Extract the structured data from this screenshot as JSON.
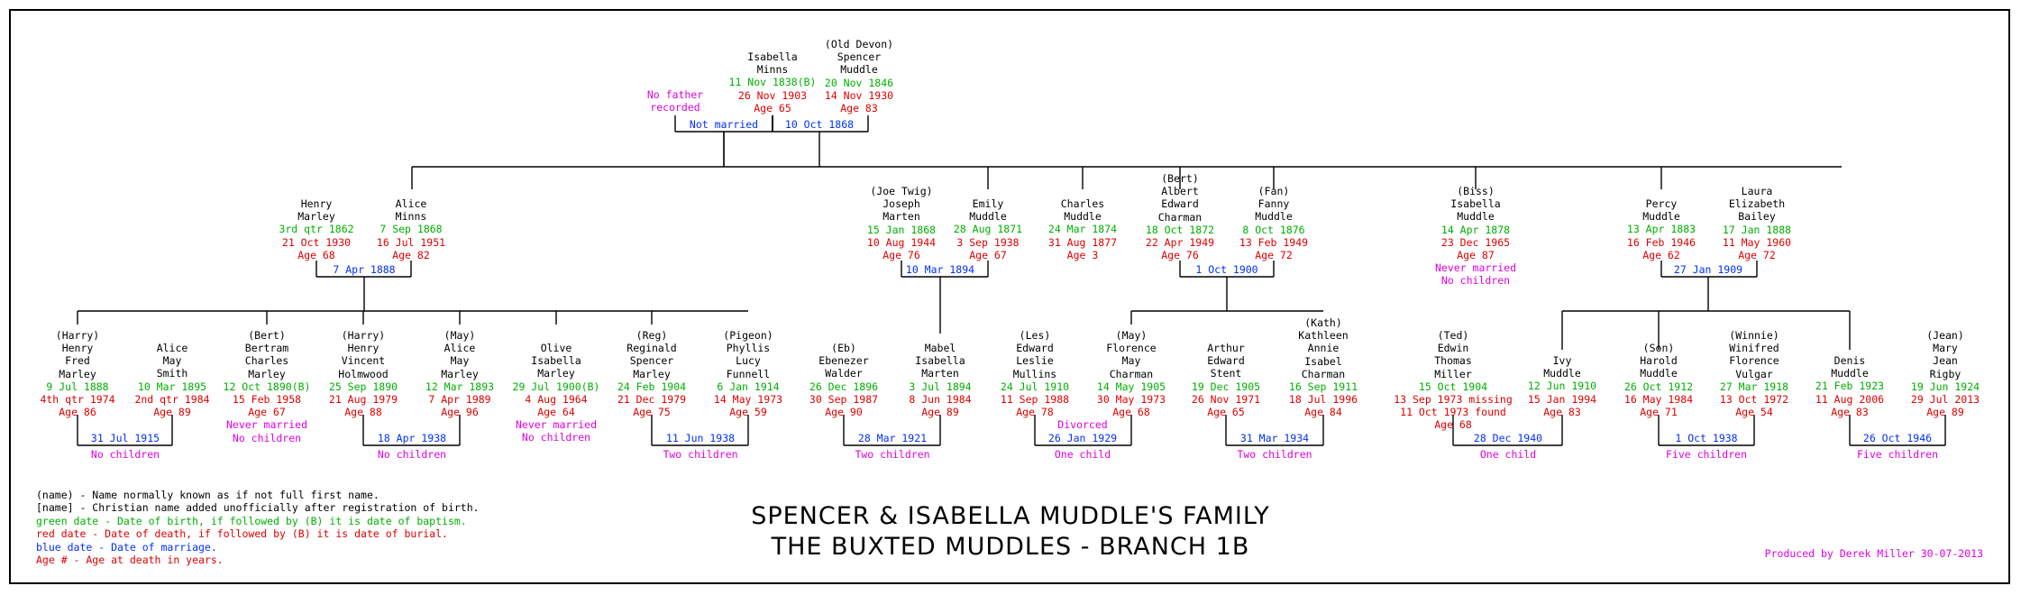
{
  "title": {
    "line1": "SPENCER & ISABELLA MUDDLE'S FAMILY",
    "line2": "THE BUXTED MUDDLES - BRANCH 1B"
  },
  "credit": "Produced by Derek Miller 30-07-2013",
  "legend": [
    {
      "text": "(name) - Name normally known as if not full first name.",
      "color": "#000000"
    },
    {
      "text": "[name] - Christian name added unofficially after registration of birth.",
      "color": "#000000"
    },
    {
      "text": "green date - Date of birth, if followed by (B) it is date of baptism.",
      "color": "#00b000"
    },
    {
      "text": "red date - Date of death, if followed by (B) it is date of burial.",
      "color": "#e00000"
    },
    {
      "text": "blue date - Date of marriage.",
      "color": "#0030ff"
    },
    {
      "text": "Age # - Age at death in years.",
      "color": "#e00000"
    }
  ],
  "people": [
    {
      "id": "isabella",
      "names": [
        "Isabella",
        "Minns"
      ],
      "born": "11 Nov 1838(B)",
      "died": "26 Nov 1903",
      "age": "Age 65",
      "notes": []
    },
    {
      "id": "spencer",
      "names": [
        "(Old Devon)",
        "Spencer",
        "Muddle"
      ],
      "born": "20 Nov 1846",
      "died": "14 Nov 1930",
      "age": "Age 83",
      "notes": []
    },
    {
      "id": "henry-marley",
      "names": [
        "Henry",
        "Marley"
      ],
      "born": "3rd qtr 1862",
      "died": "21 Oct 1930",
      "age": "Age 68",
      "notes": []
    },
    {
      "id": "alice-minns",
      "names": [
        "Alice",
        "Minns"
      ],
      "born": "7 Sep 1868",
      "died": "16 Jul 1951",
      "age": "Age 82",
      "notes": []
    },
    {
      "id": "joseph-marten",
      "names": [
        "(Joe Twig)",
        "Joseph",
        "Marten"
      ],
      "born": "15 Jan 1868",
      "died": "10 Aug 1944",
      "age": "Age 76",
      "notes": []
    },
    {
      "id": "emily-muddle",
      "names": [
        "Emily",
        "Muddle"
      ],
      "born": "28 Aug 1871",
      "died": "3 Sep 1938",
      "age": "Age 67",
      "notes": []
    },
    {
      "id": "charles-muddle",
      "names": [
        "Charles",
        "Muddle"
      ],
      "born": "24 Mar 1874",
      "died": "31 Aug 1877",
      "age": "Age 3",
      "notes": []
    },
    {
      "id": "albert-charman",
      "names": [
        "(Bert)",
        "Albert",
        "Edward",
        "Charman"
      ],
      "born": "18 Oct 1872",
      "died": "22 Apr 1949",
      "age": "Age 76",
      "notes": []
    },
    {
      "id": "fanny-muddle",
      "names": [
        "(Fan)",
        "Fanny",
        "Muddle"
      ],
      "born": "8 Oct 1876",
      "died": "13 Feb 1949",
      "age": "Age 72",
      "notes": []
    },
    {
      "id": "isabella-muddle",
      "names": [
        "(Biss)",
        "Isabella",
        "Muddle"
      ],
      "born": "14 Apr 1878",
      "died": "23 Dec 1965",
      "age": "Age 87",
      "notes": [
        "Never married",
        "No children"
      ]
    },
    {
      "id": "percy-muddle",
      "names": [
        "Percy",
        "Muddle"
      ],
      "born": "13 Apr 1883",
      "died": "16 Feb 1946",
      "age": "Age 62",
      "notes": []
    },
    {
      "id": "laura-bailey",
      "names": [
        "Laura",
        "Elizabeth",
        "Bailey"
      ],
      "born": "17 Jan 1888",
      "died": "11 May 1960",
      "age": "Age 72",
      "notes": []
    },
    {
      "id": "henry-fred-marley",
      "names": [
        "(Harry)",
        "Henry",
        "Fred",
        "Marley"
      ],
      "born": "9 Jul 1888",
      "died": "4th qtr 1974",
      "age": "Age 86",
      "notes": []
    },
    {
      "id": "alice-smith",
      "names": [
        "Alice",
        "May",
        "Smith"
      ],
      "born": "10 Mar 1895",
      "died": "2nd qtr 1984",
      "age": "Age 89",
      "notes": []
    },
    {
      "id": "bertram-marley",
      "names": [
        "(Bert)",
        "Bertram",
        "Charles",
        "Marley"
      ],
      "born": "12 Oct 1890(B)",
      "died": "15 Feb 1958",
      "age": "Age 67",
      "notes": [
        "Never married",
        "No children"
      ]
    },
    {
      "id": "henry-holmwood",
      "names": [
        "(Harry)",
        "Henry",
        "Vincent",
        "Holmwood"
      ],
      "born": "25 Sep 1890",
      "died": "21 Aug 1979",
      "age": "Age 88",
      "notes": []
    },
    {
      "id": "alice-may-marley",
      "names": [
        "(May)",
        "Alice",
        "May",
        "Marley"
      ],
      "born": "12 Mar 1893",
      "died": "7 Apr 1989",
      "age": "Age 96",
      "notes": []
    },
    {
      "id": "olive-marley",
      "names": [
        "Olive",
        "Isabella",
        "Marley"
      ],
      "born": "29 Jul 1900(B)",
      "died": "4 Aug 1964",
      "age": "Age 64",
      "notes": [
        "Never married",
        "No children"
      ]
    },
    {
      "id": "reginald-marley",
      "names": [
        "(Reg)",
        "Reginald",
        "Spencer",
        "Marley"
      ],
      "born": "24 Feb 1904",
      "died": "21 Dec 1979",
      "age": "Age 75",
      "notes": []
    },
    {
      "id": "phyllis-funnell",
      "names": [
        "(Pigeon)",
        "Phyllis",
        "Lucy",
        "Funnell"
      ],
      "born": "6 Jan 1914",
      "died": "14 May 1973",
      "age": "Age 59",
      "notes": []
    },
    {
      "id": "ebenezer-walder",
      "names": [
        "(Eb)",
        "Ebenezer",
        "Walder"
      ],
      "born": "26 Dec 1896",
      "died": "30 Sep 1987",
      "age": "Age 90",
      "notes": []
    },
    {
      "id": "mabel-marten",
      "names": [
        "Mabel",
        "Isabella",
        "Marten"
      ],
      "born": "3 Jul 1894",
      "died": "8 Jun 1984",
      "age": "Age 89",
      "notes": []
    },
    {
      "id": "edward-mullins",
      "names": [
        "(Les)",
        "Edward",
        "Leslie",
        "Mullins"
      ],
      "born": "24 Jul 1910",
      "died": "11 Sep 1988",
      "age": "Age 78",
      "notes": []
    },
    {
      "id": "florence-charman",
      "names": [
        "(May)",
        "Florence",
        "May",
        "Charman"
      ],
      "born": "14 May 1905",
      "died": "30 May 1973",
      "age": "Age 68",
      "notes": []
    },
    {
      "id": "arthur-stent",
      "names": [
        "Arthur",
        "Edward",
        "Stent"
      ],
      "born": "19 Dec 1905",
      "died": "26 Nov 1971",
      "age": "Age 65",
      "notes": []
    },
    {
      "id": "kathleen-charman",
      "names": [
        "(Kath)",
        "Kathleen",
        "Annie",
        "Isabel",
        "Charman"
      ],
      "born": "16 Sep 1911",
      "died": "18 Jul 1996",
      "age": "Age 84",
      "notes": []
    },
    {
      "id": "edwin-miller",
      "names": [
        "(Ted)",
        "Edwin",
        "Thomas",
        "Miller"
      ],
      "born": "15 Oct 1904",
      "died": "13 Sep 1973 missing",
      "died2": "11 Oct 1973 found",
      "age": "Age 68",
      "notes": []
    },
    {
      "id": "ivy-muddle",
      "names": [
        "Ivy",
        "Muddle"
      ],
      "born": "12 Jun 1910",
      "died": "15 Jan 1994",
      "age": "Age 83",
      "notes": []
    },
    {
      "id": "harold-muddle",
      "names": [
        "(Son)",
        "Harold",
        "Muddle"
      ],
      "born": "26 Oct 1912",
      "died": "16 May 1984",
      "age": "Age 71",
      "notes": []
    },
    {
      "id": "winifred-vulgar",
      "names": [
        "(Winnie)",
        "Winifred",
        "Florence",
        "Vulgar"
      ],
      "born": "27 Mar 1918",
      "died": "13 Oct 1972",
      "age": "Age 54",
      "notes": []
    },
    {
      "id": "denis-muddle",
      "names": [
        "Denis",
        "Muddle"
      ],
      "born": "21 Feb 1923",
      "died": "11 Aug 2006",
      "age": "Age 83",
      "notes": []
    },
    {
      "id": "mary-rigby",
      "names": [
        "(Jean)",
        "Mary",
        "Jean",
        "Rigby"
      ],
      "born": "19 Jun 1924",
      "died": "29 Jul 2013",
      "age": "Age 89",
      "notes": []
    }
  ],
  "marriages": [
    {
      "id": "m-isabella-nm",
      "text": "Not married"
    },
    {
      "id": "m-isabella-spencer",
      "text": "10 Oct 1868"
    },
    {
      "id": "m-marley",
      "text": "7 Apr 1888"
    },
    {
      "id": "m-marten",
      "text": "10 Mar 1894"
    },
    {
      "id": "m-charman",
      "text": "1 Oct 1900"
    },
    {
      "id": "m-percy",
      "text": "27 Jan 1909"
    },
    {
      "id": "m-harry",
      "text": "31 Jul 1915"
    },
    {
      "id": "m-holmwood",
      "text": "18 Apr 1938"
    },
    {
      "id": "m-reg",
      "text": "11 Jun 1938"
    },
    {
      "id": "m-walder",
      "text": "28 Mar 1921"
    },
    {
      "id": "m-mullins",
      "text": "26 Jan 1929"
    },
    {
      "id": "m-stent",
      "text": "31 Mar 1934"
    },
    {
      "id": "m-miller",
      "text": "28 Dec 1940"
    },
    {
      "id": "m-harold",
      "text": "1 Oct 1938"
    },
    {
      "id": "m-denis",
      "text": "26 Oct 1946"
    }
  ],
  "notes": [
    {
      "id": "no-father",
      "lines": [
        "No father",
        "recorded"
      ],
      "color": "#e000e0"
    },
    {
      "id": "c-harry",
      "lines": [
        "No children"
      ],
      "color": "#e000e0"
    },
    {
      "id": "c-holmwood",
      "lines": [
        "No children"
      ],
      "color": "#e000e0"
    },
    {
      "id": "c-reg",
      "lines": [
        "Two children"
      ],
      "color": "#e000e0"
    },
    {
      "id": "c-walder",
      "lines": [
        "Two children"
      ],
      "color": "#e000e0"
    },
    {
      "id": "c-mullins",
      "lines": [
        "Divorced"
      ],
      "color": "#e000e0"
    },
    {
      "id": "c-mullins2",
      "lines": [
        "One child"
      ],
      "color": "#e000e0"
    },
    {
      "id": "c-stent",
      "lines": [
        "Two children"
      ],
      "color": "#e000e0"
    },
    {
      "id": "c-miller",
      "lines": [
        "One child"
      ],
      "color": "#e000e0"
    },
    {
      "id": "c-harold",
      "lines": [
        "Five children"
      ],
      "color": "#e000e0"
    },
    {
      "id": "c-denis",
      "lines": [
        "Five children"
      ],
      "color": "#e000e0"
    }
  ]
}
